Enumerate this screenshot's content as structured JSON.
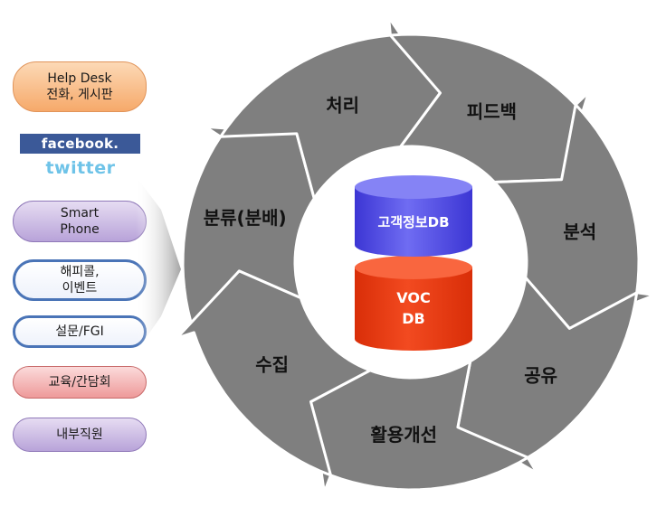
{
  "channels": [
    {
      "label": "Help Desk\n전화, 게시판",
      "style": "orange"
    },
    {
      "label": "Smart\nPhone",
      "style": "purple"
    },
    {
      "label": "해피콜,\n이벤트",
      "style": "blue"
    },
    {
      "label": "설문/FGI",
      "style": "blue"
    },
    {
      "label": "교육/간담회",
      "style": "red"
    },
    {
      "label": "내부직원",
      "style": "purple"
    }
  ],
  "social": {
    "facebook": "facebook.",
    "twitter": "twitter"
  },
  "cycle_steps": [
    "분류(분배)",
    "처리",
    "피드백",
    "분석",
    "공유",
    "활용개선",
    "수집"
  ],
  "databases": {
    "top": "고객정보DB",
    "bottom_line1": "VOC",
    "bottom_line2": "DB"
  },
  "colors": {
    "arrow": "#7f7f7f",
    "arrow_edge": "#ffffff",
    "db_top": "#5b57e8",
    "db_bottom": "#ee3a12"
  }
}
